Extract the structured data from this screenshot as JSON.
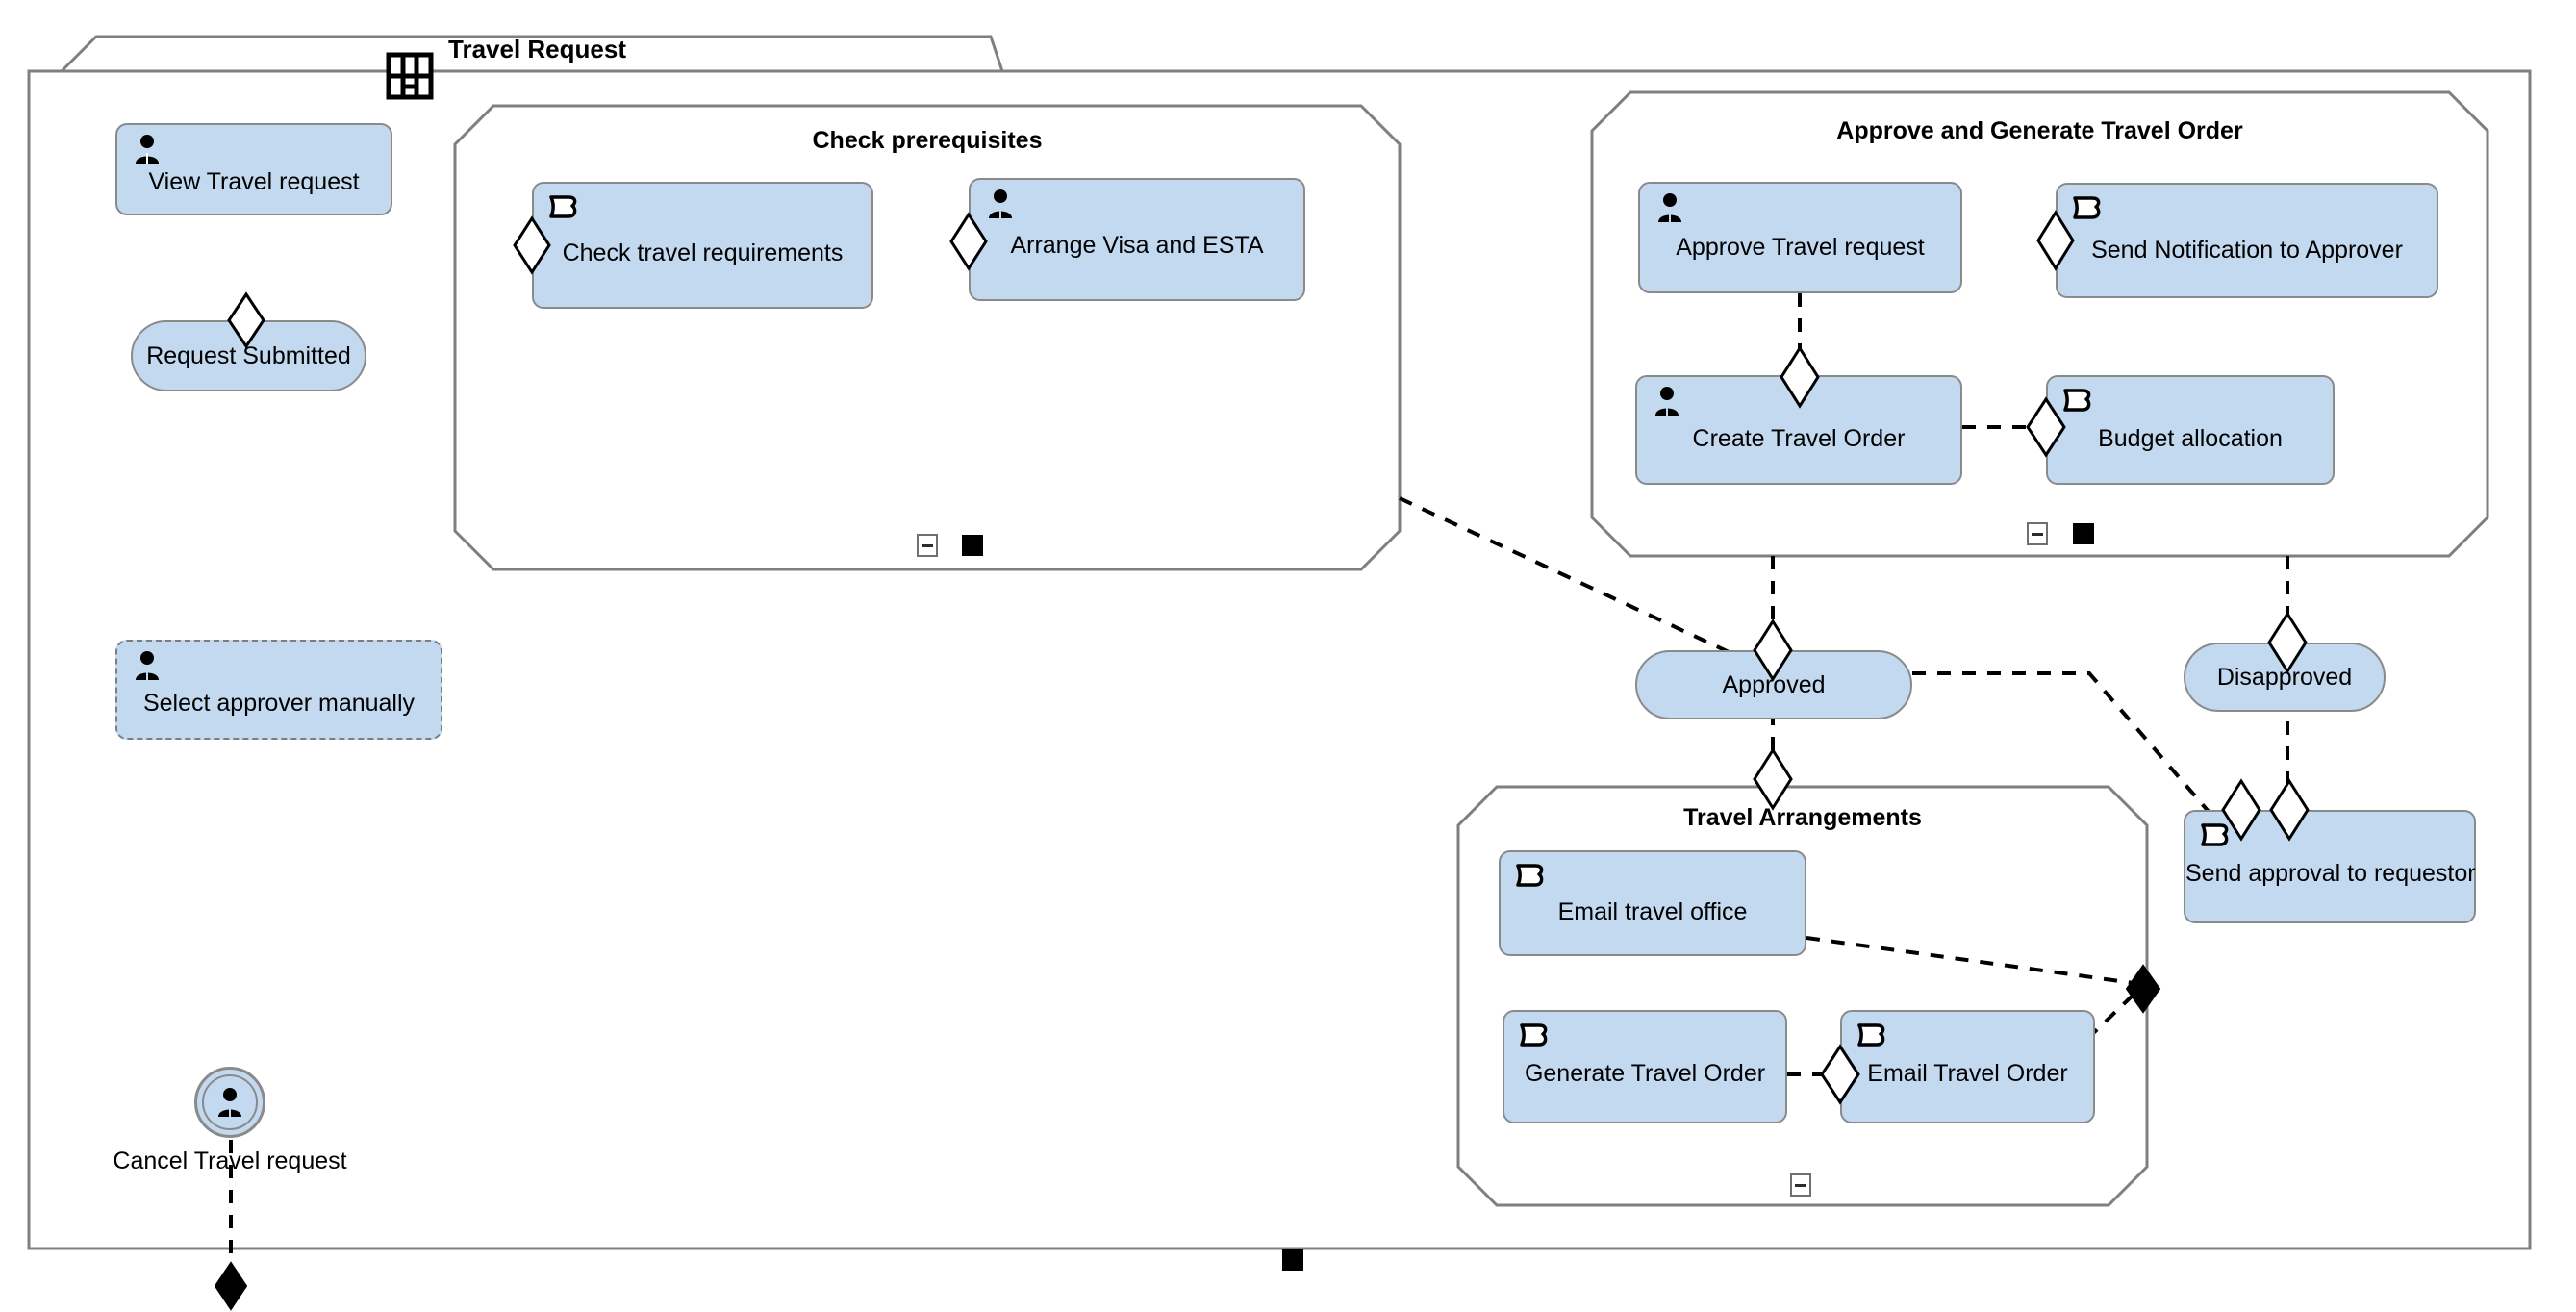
{
  "diagram": {
    "type": "archimate-business-process",
    "frame": {
      "title": "Travel Request",
      "tab_icon": "grid-icon",
      "bottom_port_icon": "black-square-marker"
    },
    "groups": [
      {
        "id": "check-prerequisites",
        "title": "Check prerequisites",
        "collapse_icon": "collapse-minus-icon",
        "marker_icon": "black-square-marker",
        "nodes": [
          "check-travel-requirements",
          "arrange-visa-and-esta"
        ]
      },
      {
        "id": "approve-and-generate-travel-order",
        "title": "Approve and Generate Travel Order",
        "collapse_icon": "collapse-minus-icon",
        "marker_icon": "black-square-marker",
        "nodes": [
          "approve-travel-request",
          "send-notification-to-approver",
          "create-travel-order",
          "budget-allocation"
        ]
      },
      {
        "id": "travel-arrangements",
        "title": "Travel Arrangements",
        "collapse_icon": "collapse-minus-icon",
        "marker_icon": null,
        "nodes": [
          "email-travel-office",
          "generate-travel-order",
          "email-travel-order"
        ]
      }
    ],
    "nodes": [
      {
        "id": "view-travel-request",
        "label": "View Travel request",
        "shape": "task",
        "icon": "actor-icon",
        "style": "solid"
      },
      {
        "id": "request-submitted",
        "label": "Request Submitted",
        "shape": "pill",
        "icon": null,
        "style": "solid"
      },
      {
        "id": "select-approver-manually",
        "label": "Select approver manually",
        "shape": "task",
        "icon": "actor-icon",
        "style": "dashed"
      },
      {
        "id": "cancel-travel-request",
        "label": "Cancel Travel request",
        "shape": "circle",
        "icon": "actor-icon",
        "style": "solid"
      },
      {
        "id": "check-travel-requirements",
        "label": "Check travel requirements",
        "shape": "task",
        "icon": "process-icon",
        "style": "solid"
      },
      {
        "id": "arrange-visa-and-esta",
        "label": "Arrange Visa and ESTA",
        "shape": "task",
        "icon": "actor-icon",
        "style": "solid"
      },
      {
        "id": "approve-travel-request",
        "label": "Approve Travel request",
        "shape": "task",
        "icon": "actor-icon",
        "style": "solid"
      },
      {
        "id": "send-notification-to-approver",
        "label": "Send Notification to Approver",
        "shape": "task",
        "icon": "process-icon",
        "style": "solid"
      },
      {
        "id": "create-travel-order",
        "label": "Create Travel Order",
        "shape": "task",
        "icon": "actor-icon",
        "style": "solid"
      },
      {
        "id": "budget-allocation",
        "label": "Budget allocation",
        "shape": "task",
        "icon": "process-icon",
        "style": "solid"
      },
      {
        "id": "approved",
        "label": "Approved",
        "shape": "pill",
        "icon": null,
        "style": "solid"
      },
      {
        "id": "disapproved",
        "label": "Disapproved",
        "shape": "pill",
        "icon": null,
        "style": "solid"
      },
      {
        "id": "send-approval-to-requestor",
        "label": "Send approval to requestor",
        "shape": "task",
        "icon": "process-icon",
        "style": "solid"
      },
      {
        "id": "email-travel-office",
        "label": "Email travel office",
        "shape": "task",
        "icon": "process-icon",
        "style": "solid"
      },
      {
        "id": "generate-travel-order",
        "label": "Generate Travel Order",
        "shape": "task",
        "icon": "process-icon",
        "style": "solid"
      },
      {
        "id": "email-travel-order",
        "label": "Email Travel Order",
        "shape": "task",
        "icon": "process-icon",
        "style": "solid"
      }
    ],
    "colors": {
      "node_fill": "#c3d9f0",
      "node_stroke": "#8a8a8a",
      "frame_stroke": "#7f7f7f",
      "edge_stroke": "#000000",
      "text": "#000000",
      "background": "#ffffff"
    }
  }
}
